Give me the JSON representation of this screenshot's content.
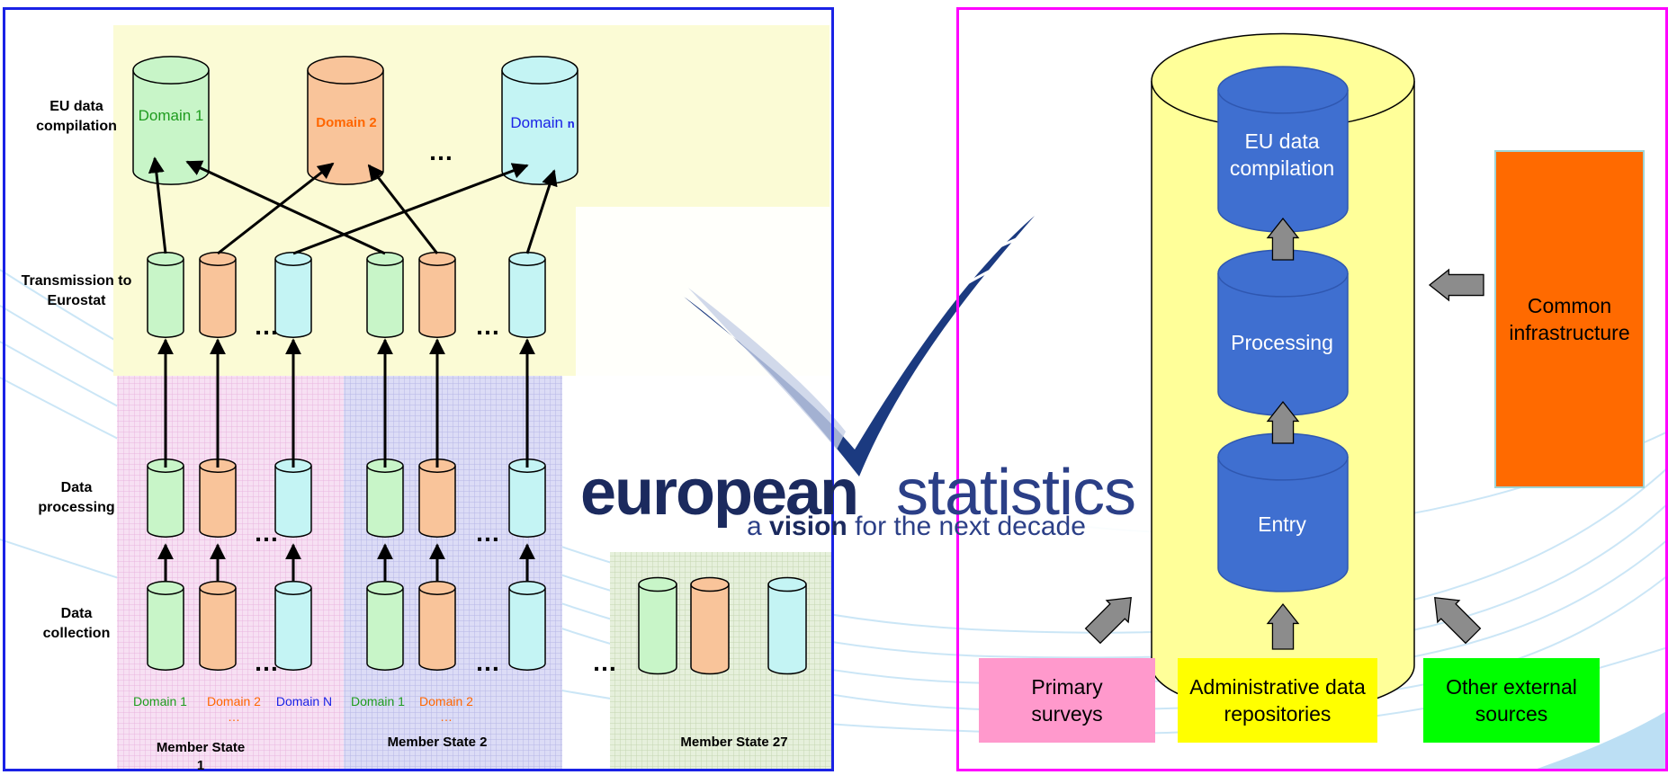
{
  "left_diagram": {
    "row_labels": {
      "eu_compilation": "EU data compilation",
      "transmission": "Transmission to Eurostat",
      "processing": "Data processing",
      "collection": "Data collection"
    },
    "eu_domains": {
      "domain_1": "Domain 1",
      "domain_2": "Domain 2",
      "domain_n_word": "Domain",
      "domain_n_letter": "n",
      "ellipsis": "…"
    },
    "ellipsis": "…",
    "member_states": [
      {
        "label": "Member State 1",
        "domains": [
          "Domain 1",
          "Domain 2 …",
          "Domain N"
        ]
      },
      {
        "label": "Member State 2",
        "domains": [
          "Domain 1",
          "Domain 2 …"
        ]
      },
      {
        "label": "Member State 27"
      }
    ]
  },
  "logo": {
    "word_bold": "european",
    "word_light": "statistics",
    "tagline_prefix": "a",
    "tagline_bold": "vision",
    "tagline_suffix": "for the next decade"
  },
  "right_diagram": {
    "stages": {
      "compilation": "EU data compilation",
      "processing": "Processing",
      "entry": "Entry"
    },
    "common_infrastructure": "Common infrastructure",
    "sources": {
      "primary": "Primary surveys",
      "administrative": "Administrative data repositories",
      "external": "Other external sources"
    }
  },
  "colors": {
    "left_border": "#1a22e6",
    "right_border": "#ff00ff",
    "green_db": "#c8f5c8",
    "orange_db": "#f9c49a",
    "cyan_db": "#c4f4f4",
    "blue_stage": "#3f6fd0",
    "yellow_container": "#ffff99",
    "common_infra": "#ff6a00",
    "primary_src": "#ff99cc",
    "admin_src": "#ffff00",
    "external_src": "#00ff00"
  }
}
